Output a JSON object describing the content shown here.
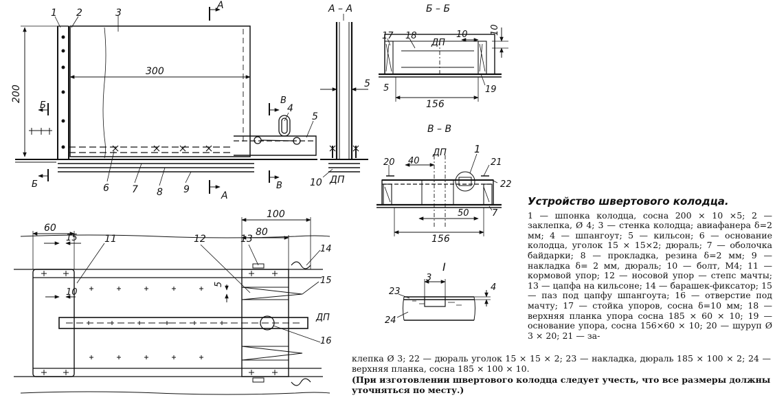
{
  "callouts": {
    "n1": "1",
    "n2": "2",
    "n3": "3",
    "n4": "4",
    "n5": "5",
    "n6": "6",
    "n7": "7",
    "n8": "8",
    "n9": "9",
    "n10": "10",
    "n11": "11",
    "n12": "12",
    "n13": "13",
    "n14": "14",
    "n15": "15",
    "n16": "16",
    "n17": "17",
    "n18": "18",
    "n19": "19",
    "n20": "20",
    "n21": "21",
    "n22": "22",
    "n23": "23",
    "n24": "24",
    "n1_detail": "1",
    "n7_bb": "7",
    "n10_aa": "10",
    "n5_bb": "5"
  },
  "dimensions": {
    "d200": "200",
    "d300": "300",
    "d5": "5",
    "d10": "10",
    "d156a": "156",
    "d156b": "156",
    "d40": "40",
    "d50": "50",
    "d60": "60",
    "d15": "15",
    "d10b": "10",
    "d100": "100",
    "d80": "80",
    "d5b": "5",
    "d3": "3",
    "d4": "4",
    "d10c": "10"
  },
  "section_marks": {
    "a_top": "А",
    "a_bottom": "А",
    "b_top": "Б",
    "b_bottom": "Б",
    "v_top": "В",
    "v_bottom": "В",
    "aa_title": "А – А",
    "bb_title": "Б – Б",
    "vv_title": "В – В",
    "detail_title": "I",
    "dp1": "ДП",
    "dp2": "ДП",
    "dp3": "ДП",
    "dp4": "ДП"
  },
  "caption": {
    "title": "Устройство швертового колодца.",
    "legend": "1 — шпонка колодца, сосна 200 × 10 ×5; 2 — заклепка, Ø 4; 3 — стенка колодца; авиафанера δ=2 мм; 4 — шпангоут; 5 — кильсон; 6 — основание колодца, уголок 15 × 15×2; дюраль; 7 — оболочка байдарки; 8 — прокладка, резина δ=2 мм; 9 — накладка δ= 2 мм, дюраль; 10 — болт, М4; 11 — кормовой упор; 12 — носовой упор — степс мачты; 13 — цапфа на кильсоне; 14 — барашек-фиксатор; 15 — паз под цапфу шпангоута; 16 — отверстие под мачту; 17 — стойка упоров, сосна δ=10 мм; 18 — верхняя планка упора сосна 185 × 60 × 10; 19 — основание упора, сосна 156×60 × 10; 20 — шуруп Ø 3 × 20; 21 — за-",
    "legend_tail": "клепка Ø 3; 22 — дюраль уголок 15 × 15 × 2; 23 — накладка, дюраль 185 × 100 × 2; 24 — верхняя планка, сосна 185 × 100 × 10.",
    "note": "(При изготовлении швертового колодца следует учесть, что все размеры должны уточняться по месту.)"
  }
}
